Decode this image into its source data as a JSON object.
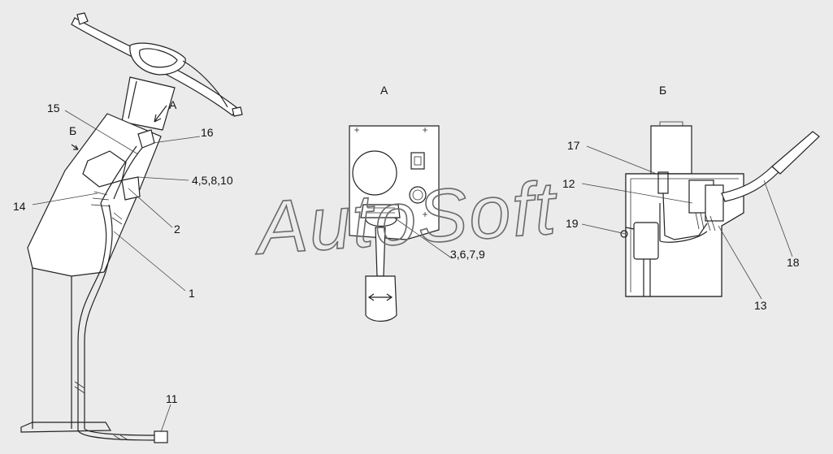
{
  "watermark": "AutoSoft",
  "views": {
    "main": {
      "labels": {
        "view_a_arrow": "А",
        "view_b_arrow": "Б",
        "l15": "15",
        "l16": "16",
        "l4_5_8_10": "4,5,8,10",
        "l14": "14",
        "l2": "2",
        "l1": "1",
        "l11": "11"
      }
    },
    "a": {
      "title": "А",
      "labels": {
        "l3_6_7_9": "3,6,7,9"
      }
    },
    "b": {
      "title": "Б",
      "labels": {
        "l17": "17",
        "l12": "12",
        "l19": "19",
        "l18": "18",
        "l13": "13"
      }
    }
  }
}
